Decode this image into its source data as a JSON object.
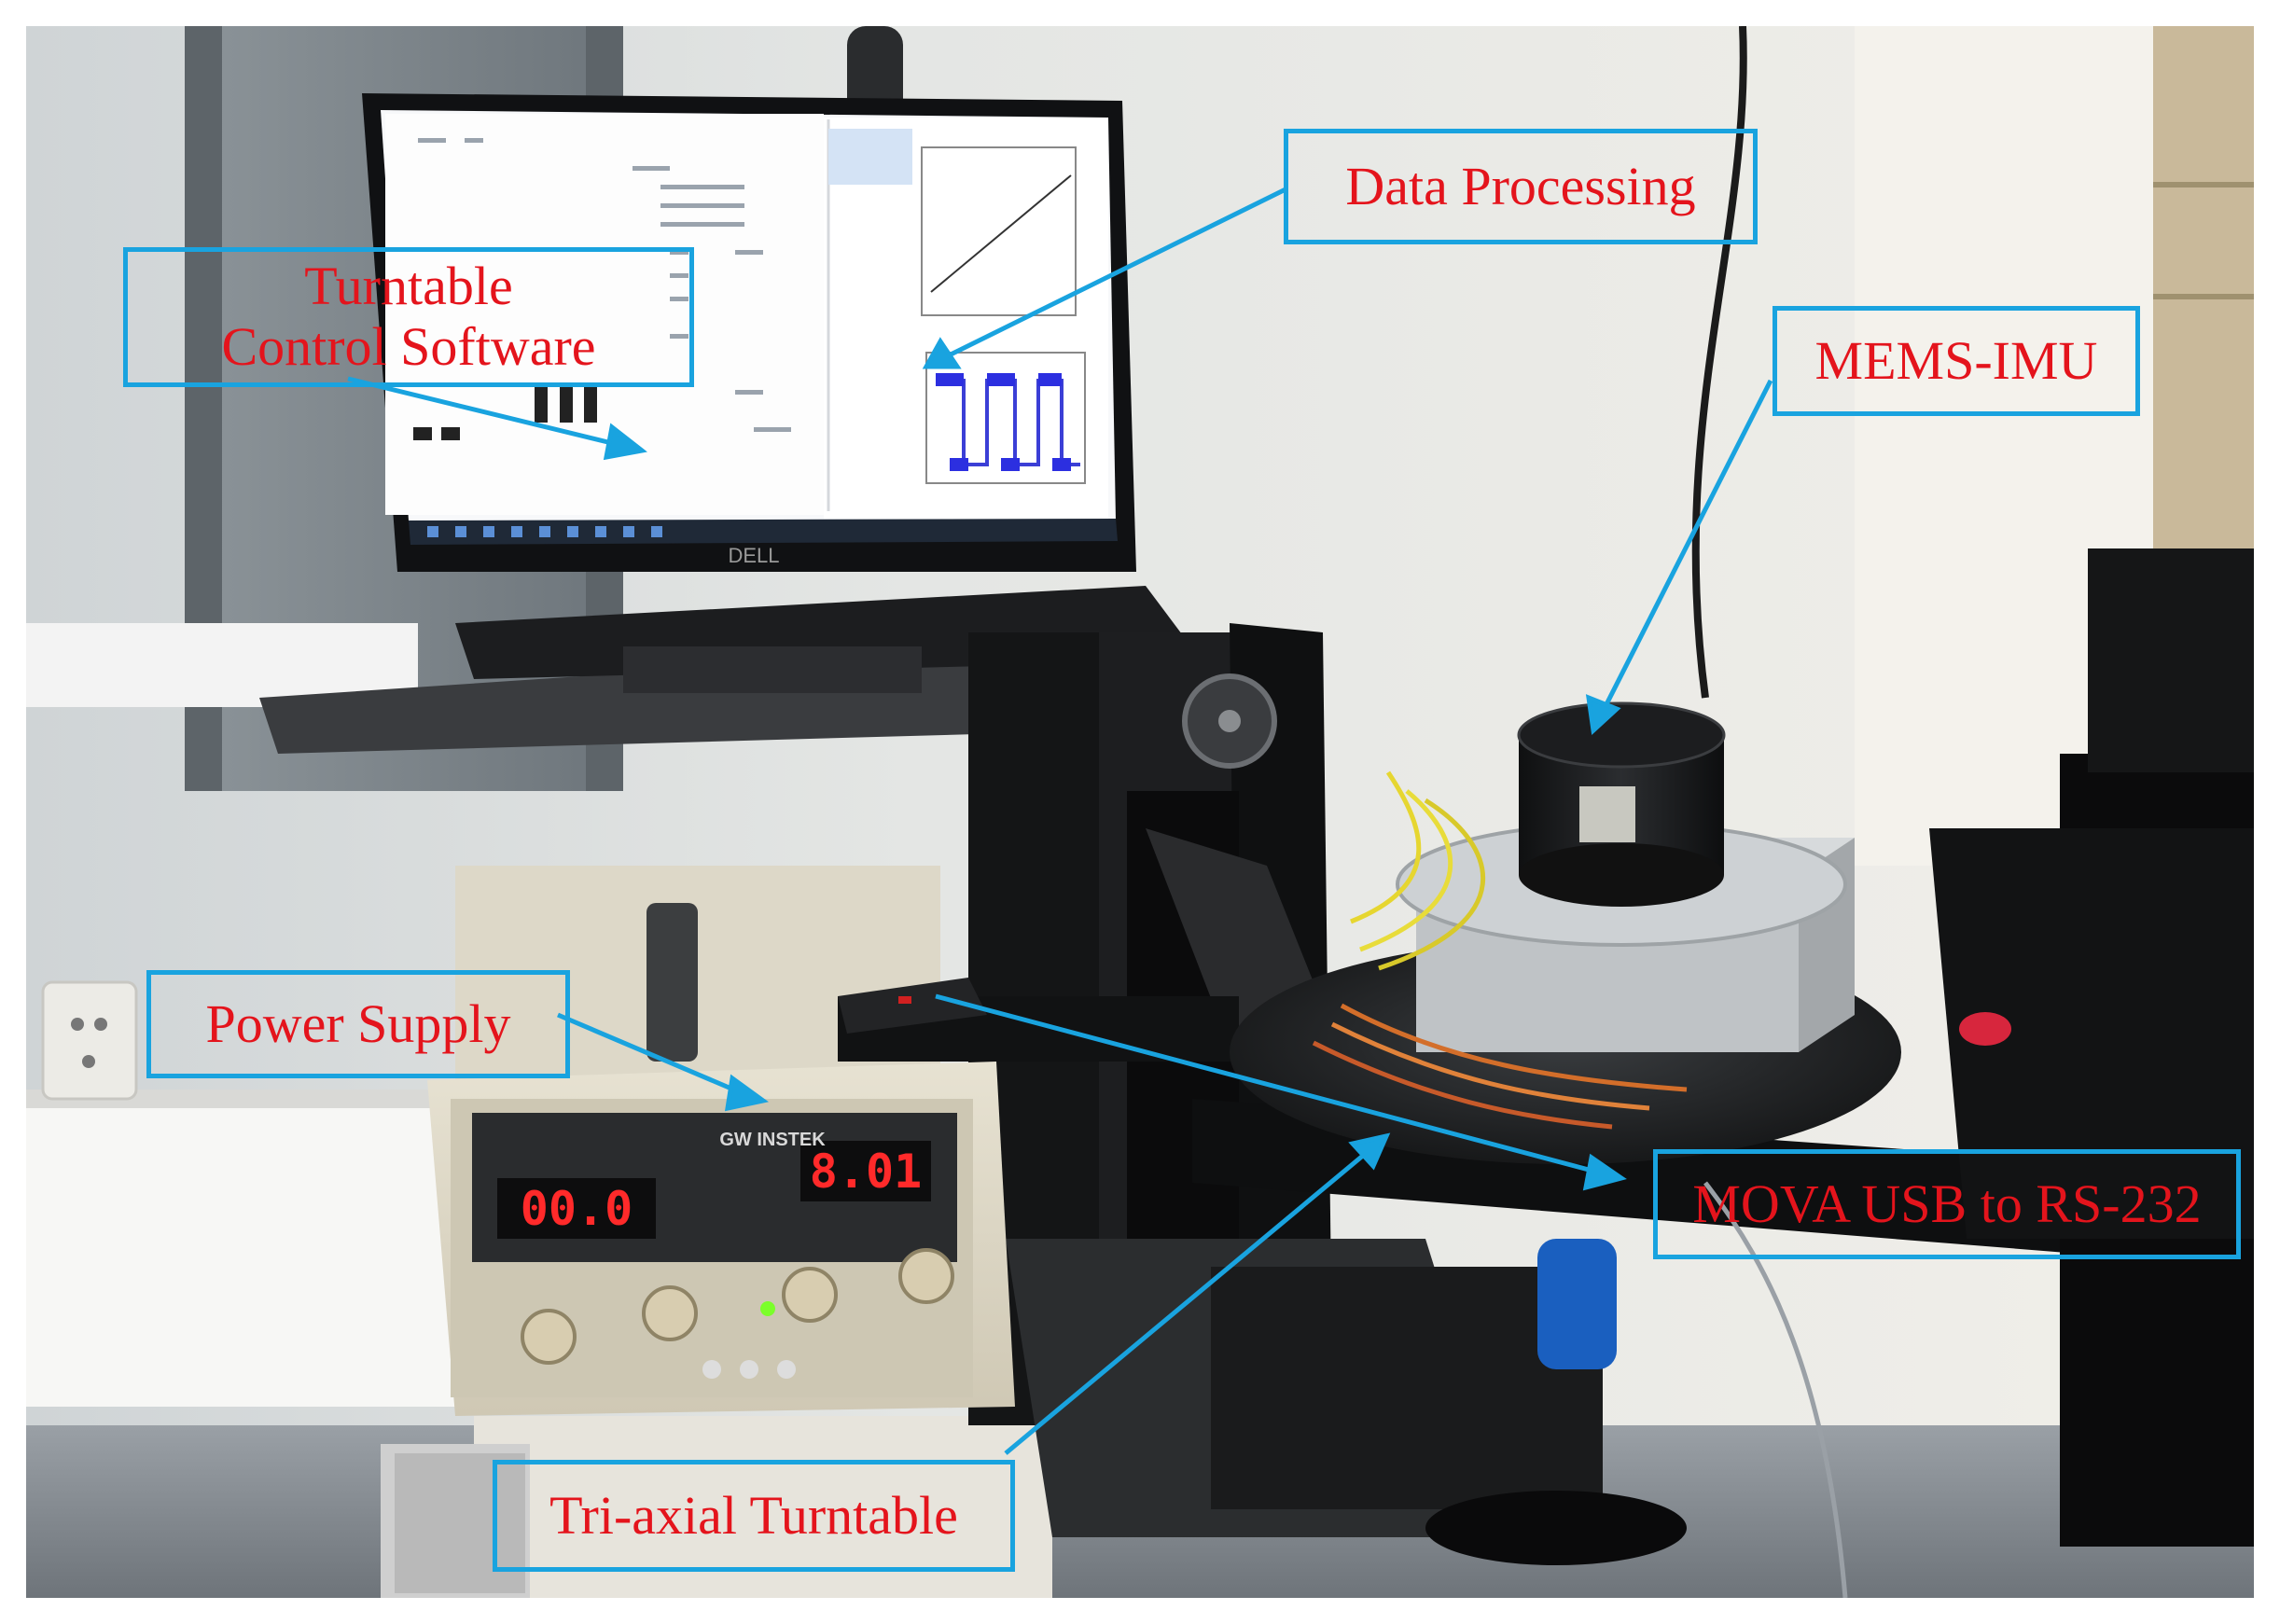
{
  "labels": {
    "turntable_software_line1": "Turntable",
    "turntable_software_line2": "Control Software",
    "data_processing": "Data Processing",
    "mems_imu": "MEMS-IMU",
    "power_supply": "Power Supply",
    "mova_usb": "MOVA USB to RS-232",
    "tri_axial_turntable": "Tri-axial Turntable"
  },
  "devices": {
    "laptop_brand": "DELL",
    "psu_brand": "GW INSTEK",
    "psu_display_left": "00.0",
    "psu_display_right": "8.01"
  },
  "colors": {
    "annotation_box": "#19a3df",
    "annotation_text": "#e4141c",
    "arrow": "#19a3df",
    "seven_segment": "#ff2a2a"
  }
}
